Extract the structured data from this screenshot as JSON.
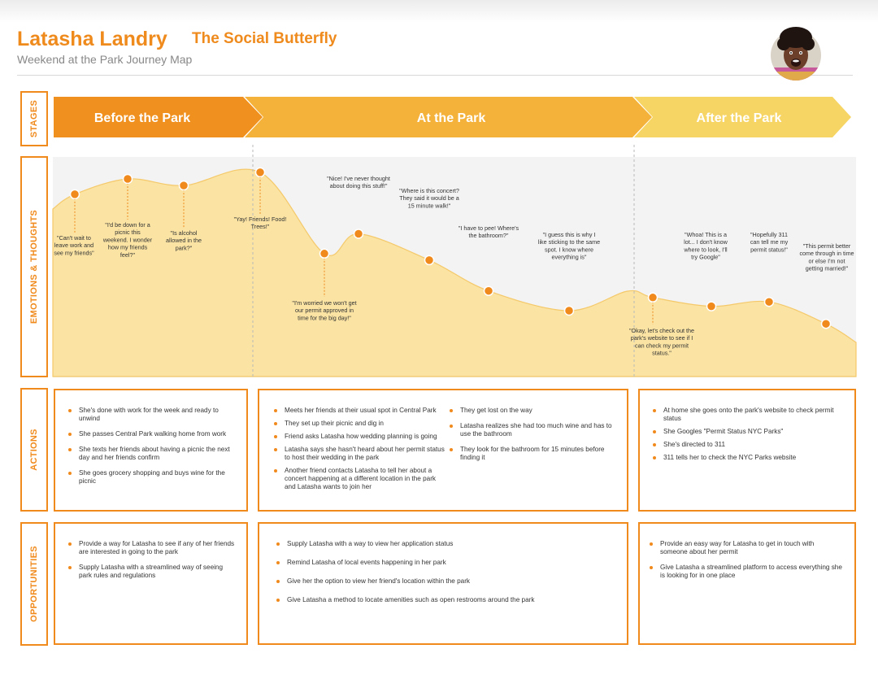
{
  "header": {
    "name": "Latasha Landry",
    "tagline": "The Social Butterfly",
    "subtitle": "Weekend at the Park Journey Map",
    "avatar_icon": "persona-photo"
  },
  "row_labels": {
    "stages": "STAGES",
    "emotions": "EMOTIONS & THOUGHTS",
    "actions": "ACTIONS",
    "opportunities": "OPPORTUNITIES"
  },
  "stages": [
    {
      "label": "Before the Park",
      "color": "#f0911f"
    },
    {
      "label": "At the Park",
      "color": "#f4b23a"
    },
    {
      "label": "After the Park",
      "color": "#f6d565"
    }
  ],
  "emotion_quotes": [
    {
      "text": "\"Can't wait to leave work and see my friends\"",
      "level": 0.83
    },
    {
      "text": "\"I'd be down for a picnic this weekend. I wonder how my friends feel?\"",
      "level": 0.9
    },
    {
      "text": "\"Is alcohol allowed in the park?\"",
      "level": 0.87
    },
    {
      "text": "\"Yay! Friends! Food! Trees!\"",
      "level": 0.93
    },
    {
      "text": "\"I'm worried we won't get our permit approved in time for the big day!\"",
      "level": 0.56
    },
    {
      "text": "\"Nice! I've never thought about doing this stuff!\"",
      "level": 0.65
    },
    {
      "text": "\"Where is this concert? They said it would be a 15 minute walk!\"",
      "level": 0.53
    },
    {
      "text": "\"I have to pee! Where's the bathroom?\"",
      "level": 0.39
    },
    {
      "text": "\"I guess this is why I like sticking to the same spot. I know where everything is\"",
      "level": 0.3
    },
    {
      "text": "\"Okay, let's check out the park's website to see if I can check my permit status.\"",
      "level": 0.36
    },
    {
      "text": "\"Whoa! This is a lot... I don't know where to look, I'll try Google\"",
      "level": 0.32
    },
    {
      "text": "\"Hopefully 311 can tell me my permit status!\"",
      "level": 0.34
    },
    {
      "text": "\"This permit better come through in time or else I'm not getting married!\"",
      "level": 0.24
    }
  ],
  "actions": [
    [
      "She's done with work for the week and ready to unwind",
      "She passes Central Park walking home from work",
      "She texts her friends about having a picnic the next day and her friends confirm",
      "She goes grocery shopping and buys wine for the picnic"
    ],
    [
      "Meets her friends at their usual spot in Central Park",
      "They set up their picnic and dig in",
      "Friend asks Latasha how wedding planning is going",
      "Latasha says she hasn't heard about her permit status to host their wedding in the park",
      "Another friend contacts Latasha to tell her about a concert happening at a different location in the park and Latasha wants to join her"
    ],
    [
      "They get lost on the way",
      "Latasha realizes she had too much wine and has to use the bathroom",
      "They look for the bathroom for 15 minutes before finding it"
    ],
    [
      "At home she goes onto the park's website to check permit status",
      "She Googles \"Permit Status NYC Parks\"",
      "She's directed to 311",
      "311 tells her to check the NYC Parks website"
    ]
  ],
  "opportunities": [
    [
      "Provide a way for Latasha to see if any of her friends are interested in going to the park",
      "Supply Latasha with a streamlined way of seeing park rules and regulations"
    ],
    [
      "Supply Latasha with a way to view her application status",
      "Remind Latasha of local events happening in her park",
      "Give her the option to view her friend's location within the park",
      "Give Latasha a method to locate amenities such as open restrooms around the park"
    ],
    [
      "Provide an easy way for Latasha to get in touch with someone about her permit",
      "Give Latasha a  streamlined platform to access everything she is looking for in one place"
    ]
  ],
  "colors": {
    "accent": "#f08a1c",
    "curve_fill": "#fae3a3",
    "curve_stroke": "#f5c96a",
    "panel_bg": "#f3f3f3",
    "dot": "#f08a1c"
  }
}
